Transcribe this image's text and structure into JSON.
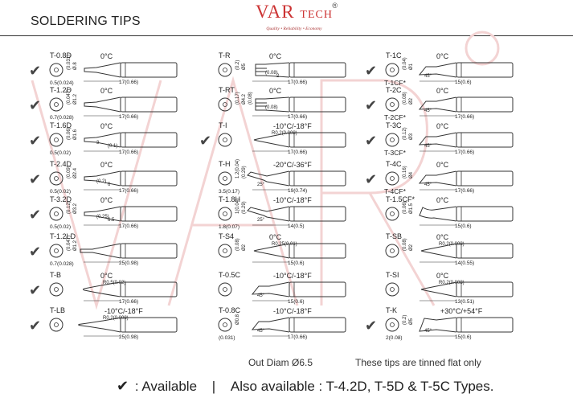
{
  "header": {
    "title": "SOLDERING TIPS",
    "logo_brand": "VAR",
    "logo_brand2": "TECH",
    "logo_reg": "®",
    "logo_tagline": "Quality • Reliability • Economy"
  },
  "icons": {
    "check": "check-mark-icon",
    "check_glyph": "✔"
  },
  "tips": [
    {
      "id": "t08d",
      "name": "T-0.8D",
      "temp": "0°C",
      "available": true,
      "face": "0.5(0.024)",
      "dims": [
        "(0.031)",
        "Ø.8"
      ],
      "len": "17(0.66)",
      "shape": "chisel"
    },
    {
      "id": "t12d",
      "name": "T-1.2D",
      "temp": "0°C",
      "available": true,
      "face": "0.7(0.028)",
      "dims": [
        "(0.047)",
        "Ø1.2"
      ],
      "len": "17(0.66)",
      "shape": "chisel"
    },
    {
      "id": "t16d",
      "name": "T-1.6D",
      "temp": "0°C",
      "available": true,
      "face": "0.5(0.02)",
      "dims": [
        "(0.06)",
        "Ø1.6"
      ],
      "len": "17(0.66)",
      "side": [
        "3",
        "(0.1)"
      ],
      "shape": "chisel"
    },
    {
      "id": "t24d",
      "name": "T-2.4D",
      "temp": "0°C",
      "available": true,
      "face": "0.5(0.02)",
      "dims": [
        "(0.09)",
        "Ø2.4"
      ],
      "len": "17(0.66)",
      "side": [
        "(0.2)",
        "6"
      ],
      "shape": "chisel"
    },
    {
      "id": "t32d",
      "name": "T-3.2D",
      "temp": "0°C",
      "available": true,
      "face": "0.5(0.02)",
      "dims": [
        "(0.12)",
        "Ø3.2"
      ],
      "len": "17(0.66)",
      "side": [
        "(0.25)",
        "6.5"
      ],
      "shape": "chisel"
    },
    {
      "id": "t12ld",
      "name": "T-1.2LD",
      "temp": "",
      "available": true,
      "face": "0.7(0.028)",
      "dims": [
        "(0.047)",
        "Ø1.2"
      ],
      "len": "25(0.98)",
      "shape": "long"
    },
    {
      "id": "tb",
      "name": "T-B",
      "temp": "0°C",
      "available": true,
      "face": "",
      "dims": [],
      "r": "R0.5(0.02)",
      "len": "17(0.66)",
      "shape": "conical"
    },
    {
      "id": "tlb",
      "name": "T-LB",
      "temp": "-10°C/-18°F",
      "available": true,
      "face": "",
      "dims": [],
      "r": "R0.2(0.008)",
      "len": "25(0.98)",
      "shape": "longcone"
    },
    {
      "id": "tr",
      "name": "T-R",
      "temp": "0°C",
      "available": false,
      "face": "",
      "dims": [
        "(0.2)",
        "Ø5"
      ],
      "len": "17(0.66)",
      "side": [
        "(0.08)",
        "2"
      ],
      "shape": "slot"
    },
    {
      "id": "trt",
      "name": "T-RT",
      "temp": "0°C",
      "available": false,
      "face": "",
      "dims": [
        "(0.17)",
        "Ø4.2",
        "(0.08)"
      ],
      "len": "17(0.66)",
      "side": [
        "(0.08)"
      ],
      "shape": "slot"
    },
    {
      "id": "ti",
      "name": "T-I",
      "temp": "-10°C/-18°F",
      "available": true,
      "face": "",
      "dims": [],
      "r": "R0.2(0.008)",
      "len": "17(0.66)",
      "shape": "needle"
    },
    {
      "id": "th",
      "name": "T-H",
      "temp": "-20°C/-36°F",
      "available": false,
      "face": "3.5(0.17)",
      "dims": [
        "1.2(0.04)",
        "(0.29)"
      ],
      "len": "19(0.74)",
      "angle": "25°",
      "shape": "bent"
    },
    {
      "id": "t18h",
      "name": "T-1.8H",
      "temp": "-10°C/-18°F",
      "available": false,
      "face": "1.8(0.07)",
      "dims": [
        "1(0.04)",
        "(0.29)"
      ],
      "len": "14(0.5)",
      "angle": "25°",
      "shape": "bent"
    },
    {
      "id": "ts4",
      "name": "T-S4",
      "temp": "0°C",
      "available": false,
      "face": "",
      "dims": [
        "(0.08)",
        "Ø2"
      ],
      "r": "R0.25(0.01)",
      "len": "15(0.6)",
      "shape": "needle"
    },
    {
      "id": "t05c",
      "name": "T-0.5C",
      "temp": "-10°C/-18°F",
      "available": false,
      "face": "",
      "dims": [],
      "angle": "45°",
      "len": "15(0.6)",
      "shape": "bevel"
    },
    {
      "id": "t08c",
      "name": "T-0.8C",
      "temp": "-10°C/-18°F",
      "available": false,
      "face": "(0.031)",
      "dims": [
        "Ø0.8"
      ],
      "angle": "45°",
      "len": "17(0.66)",
      "shape": "bevel"
    },
    {
      "id": "t1c",
      "name": "T-1C",
      "alt": "T-1CF*",
      "temp": "0°C",
      "available": true,
      "face": "",
      "dims": [
        "(0.04)",
        "Ø1"
      ],
      "angle": "45°",
      "len": "15(0.6)",
      "shape": "bevel"
    },
    {
      "id": "t2c",
      "name": "T-2C",
      "alt": "T-2CF*",
      "temp": "0°C",
      "available": true,
      "face": "",
      "dims": [
        "(0.08)",
        "Ø2"
      ],
      "angle": "45°",
      "len": "17(0.66)",
      "shape": "bevel"
    },
    {
      "id": "t3c",
      "name": "T-3C",
      "alt": "T-3CF*",
      "temp": "0°C",
      "available": true,
      "face": "",
      "dims": [
        "(0.12)",
        "Ø3"
      ],
      "angle": "45°",
      "len": "17(0.66)",
      "shape": "bevel"
    },
    {
      "id": "t4c",
      "name": "T-4C",
      "alt": "T-4CF*",
      "temp": "0°C",
      "available": true,
      "face": "",
      "dims": [
        "(0.16)",
        "Ø4"
      ],
      "angle": "45°",
      "len": "17(0.66)",
      "shape": "bevel"
    },
    {
      "id": "t15cf",
      "name": "T-1.5CF*",
      "temp": "0°C",
      "available": false,
      "face": "",
      "dims": [
        "(0.06)",
        "Ø1.5"
      ],
      "len": "15(0.6)",
      "shape": "spoon"
    },
    {
      "id": "tsb",
      "name": "T-SB",
      "temp": "0°C",
      "available": false,
      "face": "",
      "dims": [
        "(0.08)",
        "Ø2"
      ],
      "r": "R0.2(0.008)",
      "len": "14(0.55)",
      "shape": "needle"
    },
    {
      "id": "tsi",
      "name": "T-SI",
      "temp": "0°C",
      "available": false,
      "face": "",
      "dims": [],
      "r": "R0.2(0.008)",
      "len": "13(0.51)",
      "shape": "needle"
    },
    {
      "id": "tk",
      "name": "T-K",
      "temp": "+30°C/+54°F",
      "available": true,
      "face": "2(0.08)",
      "dims": [
        "(0.2)",
        "Ø5"
      ],
      "angle": "45°",
      "len": "15(0.6)",
      "shape": "knife"
    }
  ],
  "notes": {
    "out_diam": "Out Diam Ø6.5",
    "tinned": "These tips are tinned flat only"
  },
  "footer": {
    "available": ": Available",
    "sep": "|",
    "also": "Also available : T-4.2D, T-5D & T-5C Types."
  }
}
